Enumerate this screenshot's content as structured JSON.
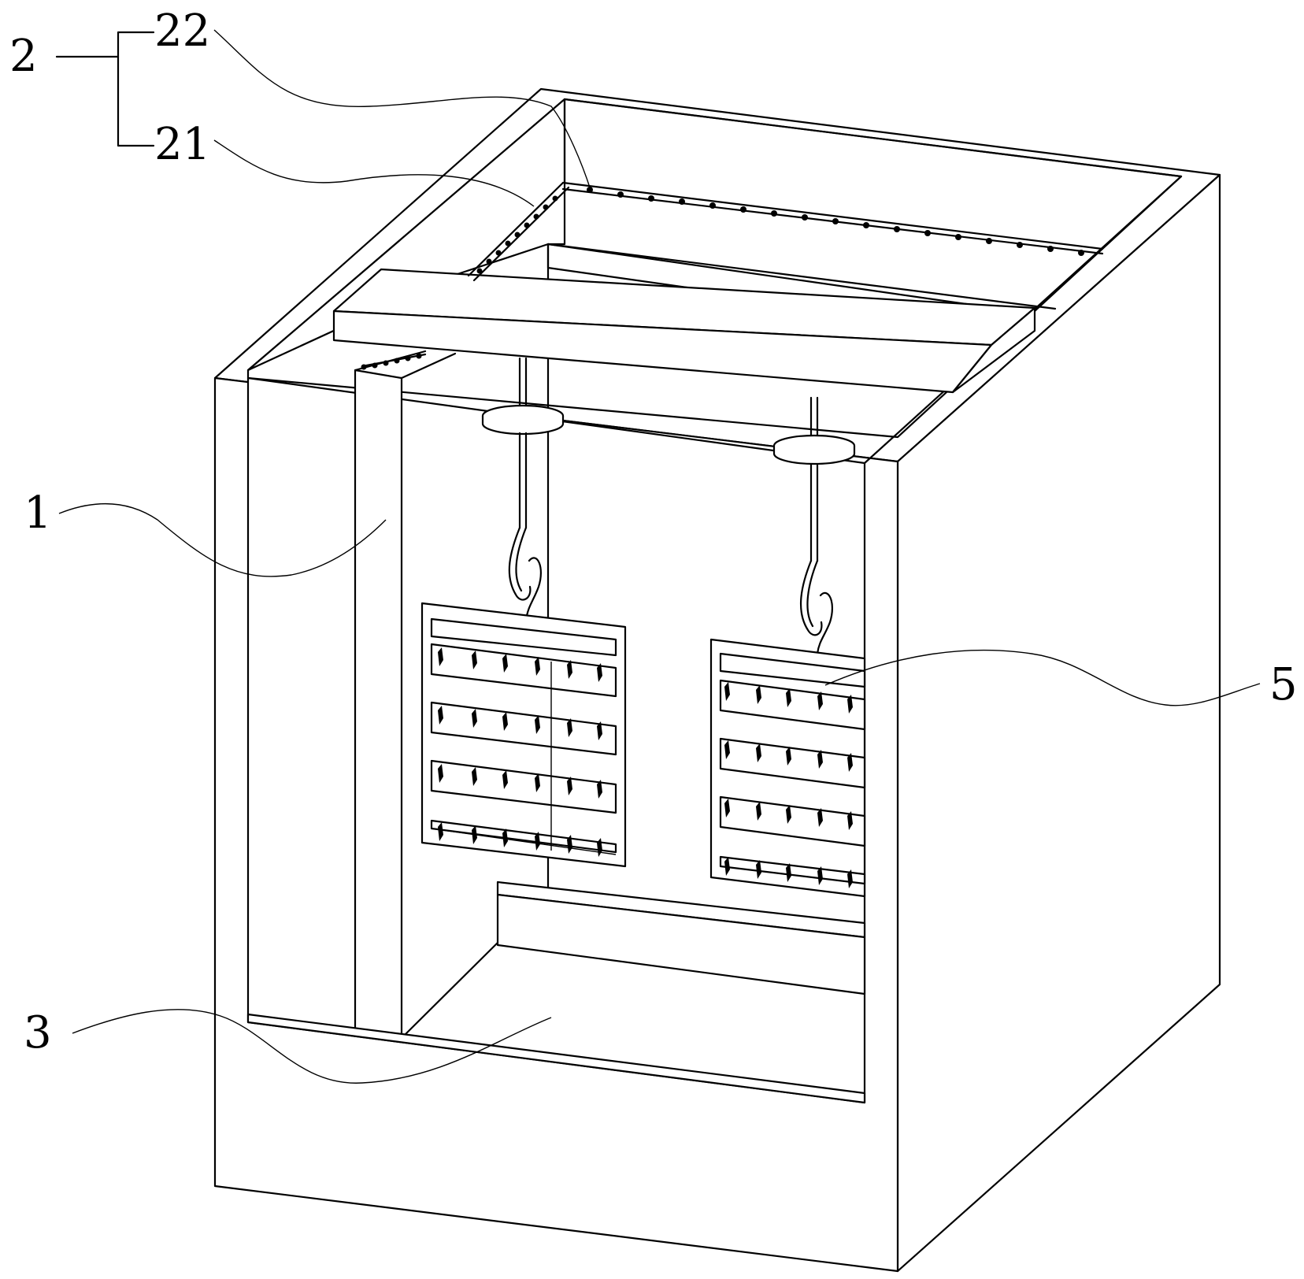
{
  "figure": {
    "labels": {
      "assembly": "2",
      "nozzle_row": "22",
      "pipe": "21",
      "cabinet": "1",
      "tray": "3",
      "rack": "5"
    }
  }
}
